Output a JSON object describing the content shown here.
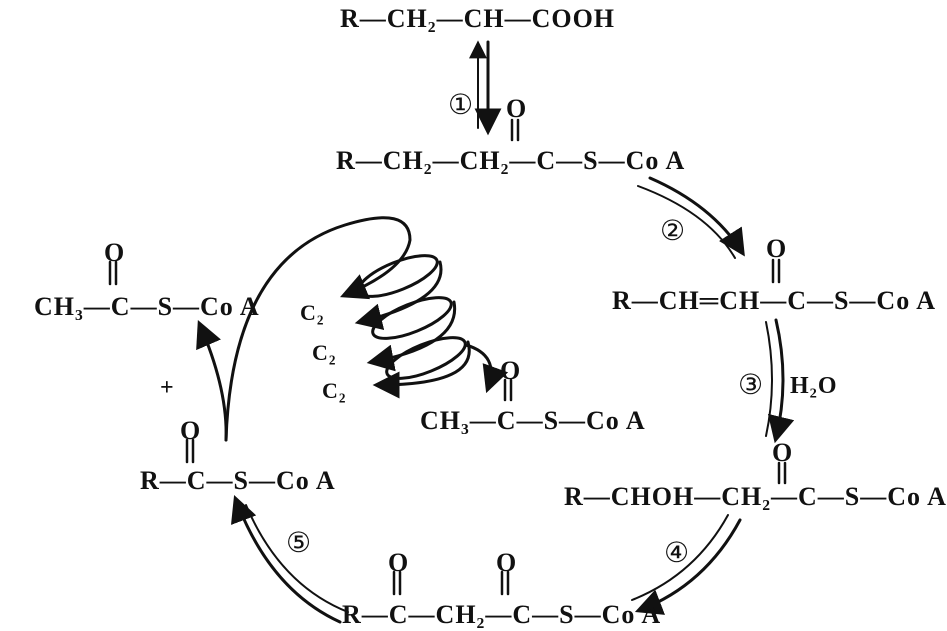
{
  "compounds": {
    "fatty_acid": "R—CH₂—CH—COOH",
    "acyl_coa": "R—CH₂—CH₂—C—S—Co A",
    "enoyl_coa": "R—CH═CH—C—S—Co A",
    "hydroxyacyl_coa": "R—CHOH—CH₂—C—S—Co A",
    "ketoacyl_coa": "R—C—CH₂—C—S—Co A",
    "shortened_acyl_coa": "R—C—S—Co A",
    "acetyl_coa_left": "CH₃—C—S—Co A",
    "acetyl_coa_center": "CH₃—C—S—Co A"
  },
  "carbonyl_o": "O",
  "steps": [
    "①",
    "②",
    "③",
    "④",
    "⑤"
  ],
  "water": "H₂O",
  "plus": "+",
  "c2_units": [
    "C₂",
    "C₂",
    "C₂"
  ],
  "colors": {
    "ink": "#111111",
    "background": "#ffffff"
  }
}
